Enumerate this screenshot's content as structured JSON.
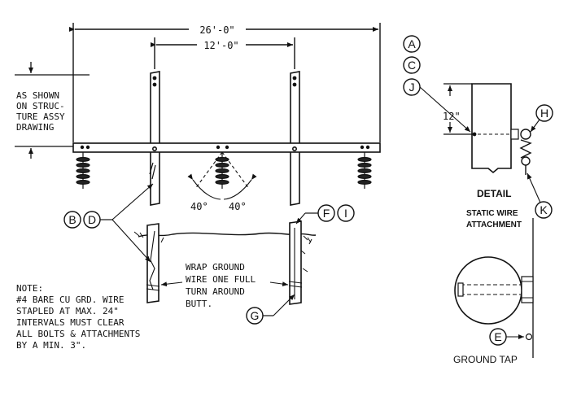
{
  "dimensions": {
    "overall": "26'-0\"",
    "pole_spacing": "12'-0\"",
    "detail_offset": "12\"",
    "angle_left": "40°",
    "angle_right": "40°"
  },
  "notes": {
    "as_shown": [
      "AS SHOWN",
      "ON STRUC-",
      "TURE ASSY",
      "DRAWING"
    ],
    "wrap": [
      "WRAP GROUND",
      "WIRE ONE FULL",
      "TURN AROUND",
      "BUTT."
    ],
    "note_label": "NOTE:",
    "note_lines": [
      "#4 BARE CU GRD. WIRE",
      "STAPLED AT MAX. 24\"",
      "INTERVALS MUST CLEAR",
      "ALL BOLTS & ATTACHMENTS",
      "BY A MIN. 3\"."
    ]
  },
  "callouts": {
    "A": "A",
    "C": "C",
    "J": "J",
    "H": "H",
    "K": "K",
    "B": "B",
    "D": "D",
    "F": "F",
    "I": "I",
    "G": "G",
    "E": "E"
  },
  "detail": {
    "title": "DETAIL",
    "static_label": [
      "STATIC WIRE",
      "ATTACHMENT"
    ],
    "ground_tap": "GROUND TAP"
  }
}
